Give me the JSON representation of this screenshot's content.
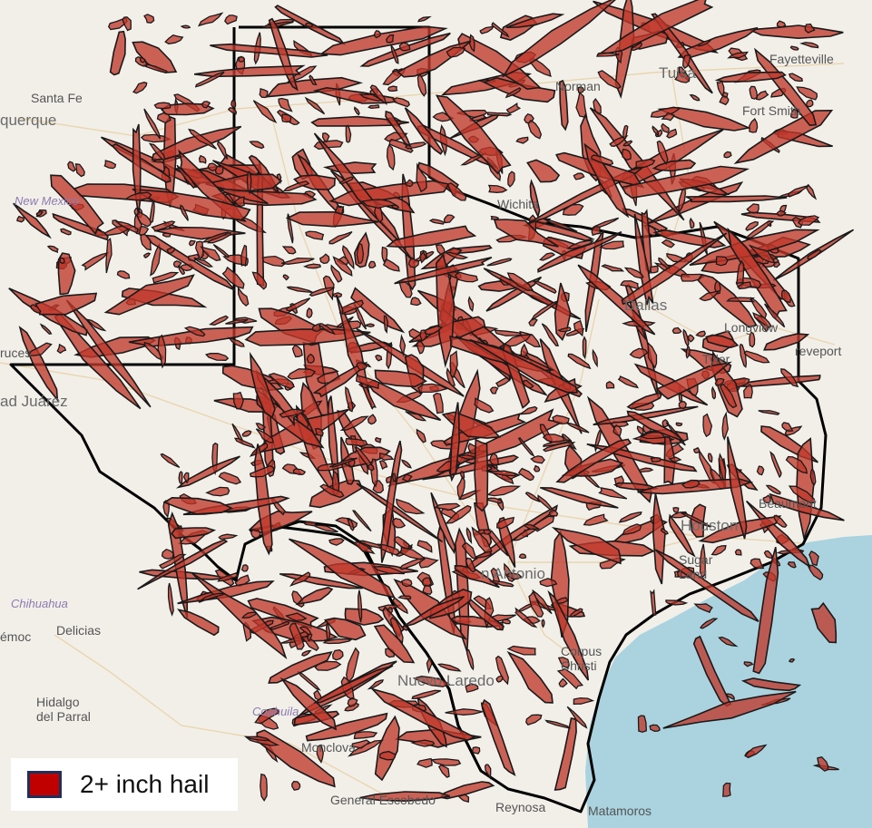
{
  "map": {
    "colors": {
      "land": "#f2efe9",
      "water": "#aad3df",
      "hail_fill": "#c0392b",
      "hail_stroke": "#1a1a1a",
      "boundary": "#000000",
      "road": "#e8cfa0"
    },
    "labels": [
      {
        "id": "santa-fe",
        "text": "Santa Fe"
      },
      {
        "id": "albuquerque",
        "text": "querque"
      },
      {
        "id": "new-mexico",
        "text": "New Mexico"
      },
      {
        "id": "tulsa",
        "text": "Tulsa"
      },
      {
        "id": "fayetteville",
        "text": "Fayetteville"
      },
      {
        "id": "fort-smith",
        "text": "Fort Smith"
      },
      {
        "id": "norman",
        "text": "Norman"
      },
      {
        "id": "wichita-falls",
        "text": "Wichita"
      },
      {
        "id": "dallas",
        "text": "Dallas"
      },
      {
        "id": "longview",
        "text": "Longview"
      },
      {
        "id": "tyler",
        "text": "Tyler"
      },
      {
        "id": "shreveport",
        "text": "reveport"
      },
      {
        "id": "las-cruces",
        "text": "ruces"
      },
      {
        "id": "ciudad-juarez",
        "text": "ad Juárez"
      },
      {
        "id": "san-antonio",
        "text": "n Antonio"
      },
      {
        "id": "houston",
        "text": "Houston"
      },
      {
        "id": "sugar-land",
        "text": "Sugar Land"
      },
      {
        "id": "beaumont",
        "text": "Beaumont"
      },
      {
        "id": "corpus-christi",
        "text": "Corpus Christi"
      },
      {
        "id": "nuevo-laredo",
        "text": "Nuevo Laredo"
      },
      {
        "id": "chihuahua",
        "text": "Chihuahua"
      },
      {
        "id": "delicias",
        "text": "Delicias"
      },
      {
        "id": "cuauhtemoc",
        "text": "émoc"
      },
      {
        "id": "hidalgo-parral",
        "text": "Hidalgo del Parral"
      },
      {
        "id": "coahuila",
        "text": "Coahuila"
      },
      {
        "id": "monclova",
        "text": "Monclova"
      },
      {
        "id": "general-escobedo",
        "text": "General Escobedo"
      },
      {
        "id": "reynosa",
        "text": "Reynosa"
      },
      {
        "id": "matamoros",
        "text": "Matamoros"
      }
    ]
  },
  "legend": {
    "label": "2+ inch hail",
    "swatch_color": "#c00000",
    "swatch_border": "#1f2f5a"
  }
}
